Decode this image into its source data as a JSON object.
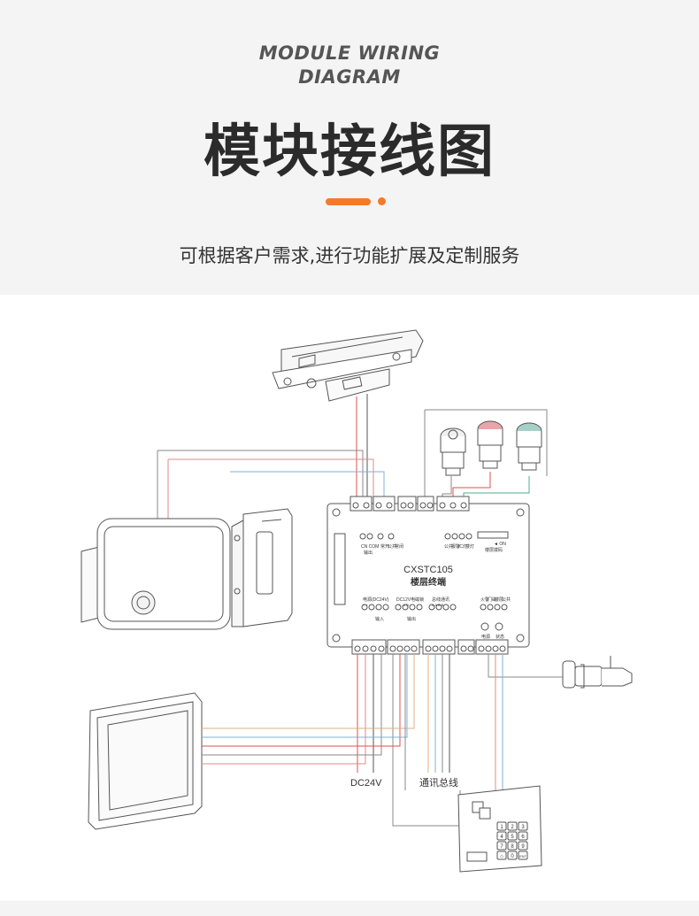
{
  "header": {
    "en_line1": "MODULE WIRING",
    "en_line2": "DIAGRAM",
    "cn_title": "模块接线图",
    "subtitle": "可根据客户需求,进行功能扩展及定制服务",
    "accent_color": "#f47a2b"
  },
  "module": {
    "model": "CXSTC105",
    "name": "楼层终端",
    "top_labels": [
      "CN COM",
      "常开",
      "公共",
      "常闭"
    ],
    "top_sub": "输出",
    "right_labels": [
      "公共",
      "报警",
      "IC灯",
      "楼灯"
    ],
    "dip_label": "楼层拨码",
    "dip_arrow": "◄ ON",
    "power_label": "电源(DC24V)",
    "power_pins": "+ +  -  -",
    "lock_label": "DC12V电磁锁",
    "lock_pins": "+  -  A  B",
    "bus_label": "总线通讯",
    "bus_pins": "A  A  B  B",
    "input_label": "输入",
    "output_label": "输出",
    "sensor_labels": [
      "火警",
      "门磁",
      "楼层",
      "公共"
    ],
    "led_labels": [
      "电源",
      "状态"
    ]
  },
  "labels": {
    "dc24v": "DC24V",
    "bus": "通讯总线"
  },
  "keypad": {
    "keys": [
      "1",
      "2",
      "3",
      "4",
      "5",
      "6",
      "7",
      "8",
      "9",
      "⌂",
      "0",
      "ENT"
    ]
  }
}
